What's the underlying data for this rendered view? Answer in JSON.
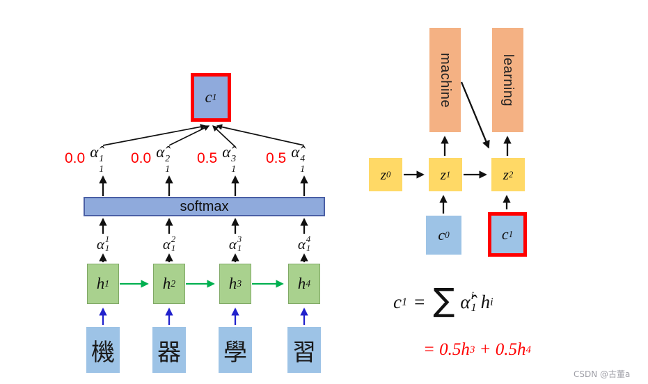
{
  "left": {
    "context": {
      "base": "c",
      "sup": "1"
    },
    "attention": [
      {
        "value": "0.0",
        "base": "α̂",
        "sub": "1",
        "sup": "1"
      },
      {
        "value": "0.0",
        "base": "α̂",
        "sub": "1",
        "sup": "2"
      },
      {
        "value": "0.5",
        "base": "α̂",
        "sub": "1",
        "sup": "3"
      },
      {
        "value": "0.5",
        "base": "α̂",
        "sub": "1",
        "sup": "4"
      }
    ],
    "softmax": "softmax",
    "alphas": [
      {
        "base": "α",
        "sub": "1",
        "sup": "1"
      },
      {
        "base": "α",
        "sub": "1",
        "sup": "2"
      },
      {
        "base": "α",
        "sub": "1",
        "sup": "3"
      },
      {
        "base": "α",
        "sub": "1",
        "sup": "4"
      }
    ],
    "hidden": [
      {
        "base": "h",
        "sup": "1"
      },
      {
        "base": "h",
        "sup": "2"
      },
      {
        "base": "h",
        "sup": "3"
      },
      {
        "base": "h",
        "sup": "4"
      }
    ],
    "inputs": [
      "機",
      "器",
      "學",
      "習"
    ]
  },
  "right": {
    "outputs": [
      "machine",
      "learning"
    ],
    "z": [
      {
        "base": "z",
        "sup": "0"
      },
      {
        "base": "z",
        "sup": "1"
      },
      {
        "base": "z",
        "sup": "2"
      }
    ],
    "c": [
      {
        "base": "c",
        "sup": "0"
      },
      {
        "base": "c",
        "sup": "1"
      }
    ],
    "formula": {
      "lhs": "c",
      "lhs_sup": "1",
      "eq": "=",
      "sigma": "∑",
      "w_base": "α̂",
      "w_sub": "1",
      "w_sup": "i",
      "h_base": "h",
      "h_sup": "i"
    },
    "formula_red": {
      "p1": "= 0.5",
      "h1": "h",
      "s1": "3",
      "p2": " + 0.5",
      "h2": "h",
      "s2": "4"
    }
  },
  "colors": {
    "input_box_blue": "#9DC3E6",
    "hidden_box_green": "#A9D18E",
    "softmax_bar_blue": "#8FAADC",
    "z_box_yellow": "#FFD966",
    "output_box_orange": "#F4B183",
    "highlight_red": "#FF0000",
    "arrow_blue": "#2222CC",
    "arrow_green": "#00B050"
  },
  "watermark": "CSDN @古董a"
}
